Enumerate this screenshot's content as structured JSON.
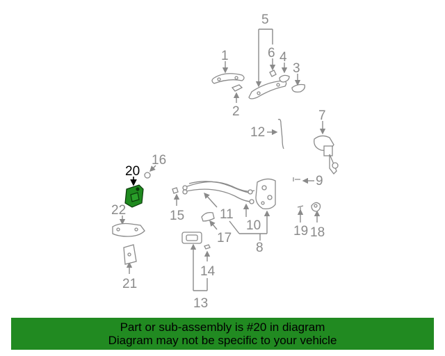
{
  "callouts": [
    {
      "id": "1",
      "label": "1"
    },
    {
      "id": "2",
      "label": "2"
    },
    {
      "id": "3",
      "label": "3"
    },
    {
      "id": "4",
      "label": "4"
    },
    {
      "id": "5",
      "label": "5"
    },
    {
      "id": "6",
      "label": "6"
    },
    {
      "id": "7",
      "label": "7"
    },
    {
      "id": "8",
      "label": "8"
    },
    {
      "id": "9",
      "label": "9"
    },
    {
      "id": "10",
      "label": "10"
    },
    {
      "id": "11",
      "label": "11"
    },
    {
      "id": "12",
      "label": "12"
    },
    {
      "id": "13",
      "label": "13"
    },
    {
      "id": "14",
      "label": "14"
    },
    {
      "id": "15",
      "label": "15"
    },
    {
      "id": "16",
      "label": "16"
    },
    {
      "id": "17",
      "label": "17"
    },
    {
      "id": "18",
      "label": "18"
    },
    {
      "id": "19",
      "label": "19"
    },
    {
      "id": "20",
      "label": "20"
    },
    {
      "id": "21",
      "label": "21"
    },
    {
      "id": "22",
      "label": "22"
    }
  ],
  "highlighted_part": "20",
  "colors": {
    "highlight_fill": "#1f8a1f",
    "banner_bg": "#218a21",
    "line": "#8a8a8a"
  },
  "banner": {
    "line1": "Part or sub-assembly is #20 in diagram",
    "line2": "Diagram may not be specific to your vehicle"
  }
}
